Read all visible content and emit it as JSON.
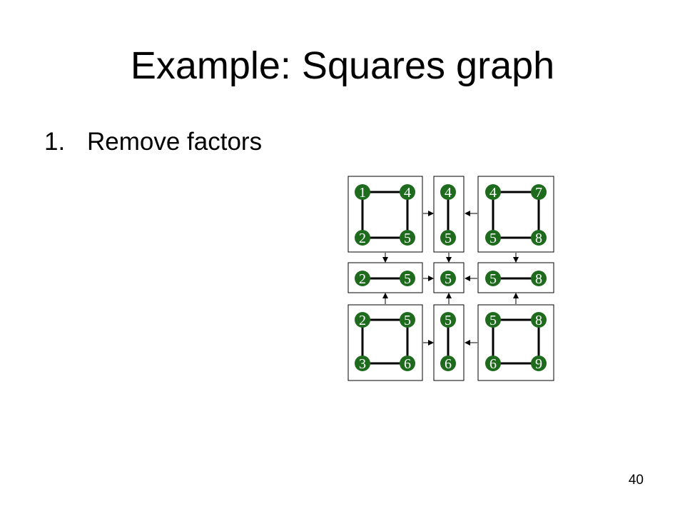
{
  "slide": {
    "title": "Example: Squares graph",
    "bullet_number": "1.",
    "bullet_text": "Remove factors",
    "page_number": "40"
  },
  "colors": {
    "node_fill": "#1e6b1e",
    "node_text": "#ffffff",
    "edge": "#000000",
    "box_border": "#000000"
  },
  "diagram": {
    "boxes": [
      {
        "id": "b-top-left",
        "nodes": [
          "1",
          "4",
          "2",
          "5"
        ],
        "edges": [
          [
            0,
            1
          ],
          [
            0,
            2
          ],
          [
            1,
            3
          ],
          [
            2,
            3
          ]
        ]
      },
      {
        "id": "b-top-mid",
        "nodes": [
          "4",
          "5"
        ],
        "edges": [
          [
            0,
            1
          ]
        ]
      },
      {
        "id": "b-top-right",
        "nodes": [
          "4",
          "7",
          "5",
          "8"
        ],
        "edges": [
          [
            0,
            1
          ],
          [
            0,
            2
          ],
          [
            1,
            3
          ],
          [
            2,
            3
          ]
        ]
      },
      {
        "id": "b-mid-left",
        "nodes": [
          "2",
          "5"
        ],
        "edges": [
          [
            0,
            1
          ]
        ]
      },
      {
        "id": "b-center",
        "nodes": [
          "5"
        ],
        "edges": []
      },
      {
        "id": "b-mid-right",
        "nodes": [
          "5",
          "8"
        ],
        "edges": [
          [
            0,
            1
          ]
        ]
      },
      {
        "id": "b-bot-left",
        "nodes": [
          "2",
          "5",
          "3",
          "6"
        ],
        "edges": [
          [
            0,
            1
          ],
          [
            0,
            2
          ],
          [
            1,
            3
          ],
          [
            2,
            3
          ]
        ]
      },
      {
        "id": "b-bot-mid",
        "nodes": [
          "5",
          "6"
        ],
        "edges": [
          [
            0,
            1
          ]
        ]
      },
      {
        "id": "b-bot-right",
        "nodes": [
          "5",
          "8",
          "6",
          "9"
        ],
        "edges": [
          [
            0,
            1
          ],
          [
            0,
            2
          ],
          [
            1,
            3
          ],
          [
            2,
            3
          ]
        ]
      }
    ],
    "arrows": [
      {
        "from": "b-top-left",
        "to": "b-top-mid"
      },
      {
        "from": "b-top-right",
        "to": "b-top-mid"
      },
      {
        "from": "b-top-left",
        "to": "b-mid-left"
      },
      {
        "from": "b-top-mid",
        "to": "b-center"
      },
      {
        "from": "b-top-right",
        "to": "b-mid-right"
      },
      {
        "from": "b-mid-left",
        "to": "b-center"
      },
      {
        "from": "b-mid-right",
        "to": "b-center"
      },
      {
        "from": "b-bot-left",
        "to": "b-mid-left"
      },
      {
        "from": "b-bot-mid",
        "to": "b-center"
      },
      {
        "from": "b-bot-right",
        "to": "b-mid-right"
      },
      {
        "from": "b-bot-left",
        "to": "b-bot-mid"
      },
      {
        "from": "b-bot-right",
        "to": "b-bot-mid"
      }
    ]
  }
}
